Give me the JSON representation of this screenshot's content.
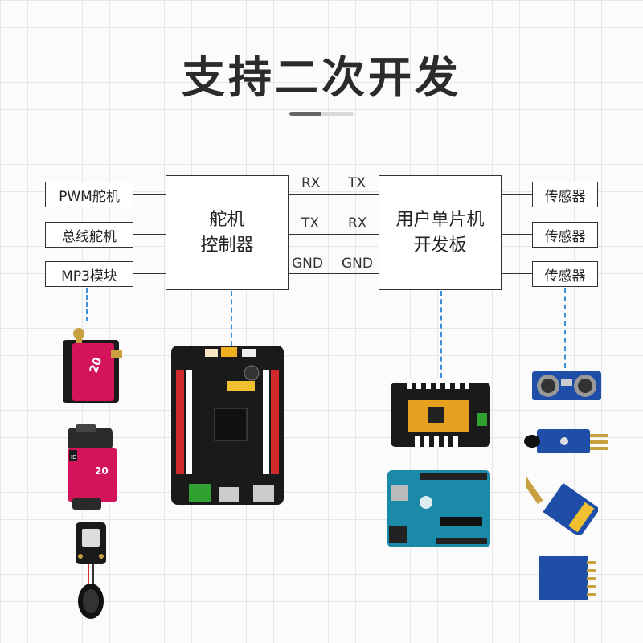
{
  "title": "支持二次开发",
  "left_modules": [
    "PWM舵机",
    "总线舵机",
    "MP3模块"
  ],
  "controller": {
    "line1": "舵机",
    "line2": "控制器"
  },
  "dev_board": {
    "line1": "用户单片机",
    "line2": "开发板"
  },
  "sensors": [
    "传感器",
    "传感器",
    "传感器"
  ],
  "wire_labels": {
    "left": [
      "RX",
      "TX",
      "GND"
    ],
    "right": [
      "TX",
      "RX",
      "GND"
    ]
  },
  "product_labels": {
    "servo_number": "20",
    "servo2_tag": "ID"
  },
  "colors": {
    "dash": "#3a8fd8",
    "servo": "#d4145a",
    "board": "#1a1a1a",
    "arduino": "#1a8aa8"
  }
}
